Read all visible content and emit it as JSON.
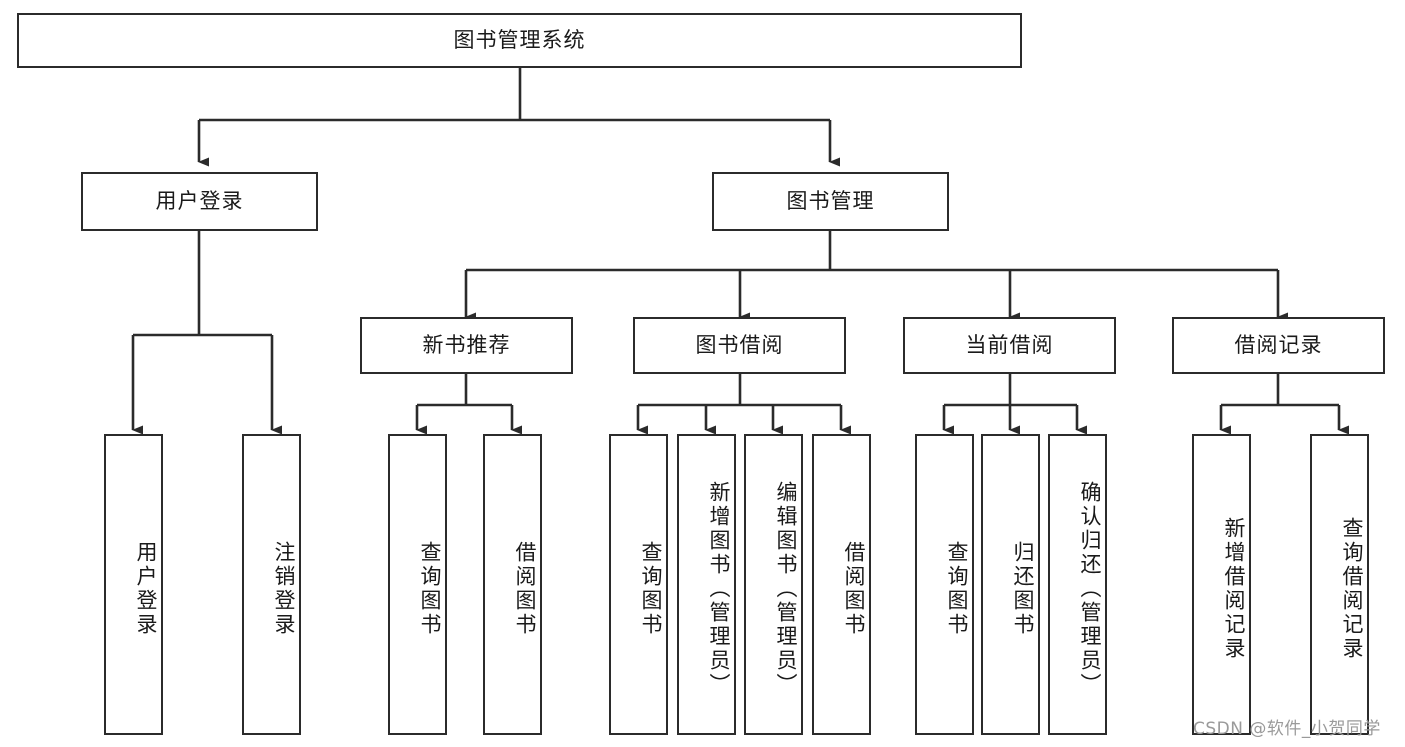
{
  "diagram": {
    "title": "图书管理系统",
    "type": "hierarchy-tree",
    "background_color": "#ffffff",
    "line_color": "#2b2b2b",
    "text_color": "#1a1a1a",
    "nodes": {
      "root": {
        "label": "图书管理系统",
        "level": 1,
        "orientation": "horizontal"
      },
      "l2": [
        {
          "id": "user-login",
          "label": "用户登录",
          "level": 2,
          "orientation": "horizontal"
        },
        {
          "id": "book-manage",
          "label": "图书管理",
          "level": 2,
          "orientation": "horizontal"
        }
      ],
      "l3": [
        {
          "id": "new-book-rec",
          "label": "新书推荐",
          "level": 3,
          "orientation": "horizontal"
        },
        {
          "id": "book-borrow",
          "label": "图书借阅",
          "level": 3,
          "orientation": "horizontal"
        },
        {
          "id": "current-borrow",
          "label": "当前借阅",
          "level": 3,
          "orientation": "horizontal"
        },
        {
          "id": "borrow-record",
          "label": "借阅记录",
          "level": 3,
          "orientation": "horizontal"
        }
      ],
      "leaves": [
        {
          "id": "leaf-user-login",
          "label": "用户登录",
          "parent": "user-login",
          "orientation": "vertical"
        },
        {
          "id": "leaf-user-logout",
          "label": "注销登录",
          "parent": "user-login",
          "orientation": "vertical"
        },
        {
          "id": "leaf-query-book-1",
          "label": "查询图书",
          "parent": "new-book-rec",
          "orientation": "vertical"
        },
        {
          "id": "leaf-borrow-book-1",
          "label": "借阅图书",
          "parent": "new-book-rec",
          "orientation": "vertical"
        },
        {
          "id": "leaf-query-book-2",
          "label": "查询图书",
          "parent": "book-borrow",
          "orientation": "vertical"
        },
        {
          "id": "leaf-add-book",
          "label": "新增图书（管理员）",
          "parent": "book-borrow",
          "orientation": "vertical"
        },
        {
          "id": "leaf-edit-book",
          "label": "编辑图书（管理员）",
          "parent": "book-borrow",
          "orientation": "vertical"
        },
        {
          "id": "leaf-borrow-book-2",
          "label": "借阅图书",
          "parent": "book-borrow",
          "orientation": "vertical"
        },
        {
          "id": "leaf-query-book-3",
          "label": "查询图书",
          "parent": "current-borrow",
          "orientation": "vertical"
        },
        {
          "id": "leaf-return-book",
          "label": "归还图书",
          "parent": "current-borrow",
          "orientation": "vertical"
        },
        {
          "id": "leaf-confirm-return",
          "label": "确认归还（管理员）",
          "parent": "current-borrow",
          "orientation": "vertical"
        },
        {
          "id": "leaf-add-record",
          "label": "新增借阅记录",
          "parent": "borrow-record",
          "orientation": "vertical"
        },
        {
          "id": "leaf-query-record",
          "label": "查询借阅记录",
          "parent": "borrow-record",
          "orientation": "vertical"
        }
      ]
    },
    "watermark": "CSDN @软件_小贺同学"
  }
}
